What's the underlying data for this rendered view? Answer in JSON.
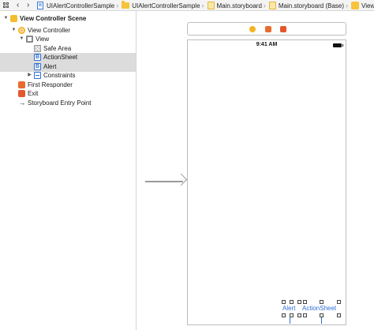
{
  "jumpbar": {
    "crumbs": [
      {
        "label": "UIAlertControllerSample",
        "icon": "project-doc-icon"
      },
      {
        "label": "UIAlertControllerSample",
        "icon": "folder-icon"
      },
      {
        "label": "Main.storyboard",
        "icon": "storyboard-icon"
      },
      {
        "label": "Main.storyboard (Base)",
        "icon": "storyboard-icon"
      },
      {
        "label": "View Cont",
        "icon": "scene-icon"
      }
    ]
  },
  "outline": {
    "scene": "View Controller Scene",
    "view_controller": "View Controller",
    "view": "View",
    "safe_area": "Safe Area",
    "action_sheet": "ActionSheet",
    "alert": "Alert",
    "constraints": "Constraints",
    "first_responder": "First Responder",
    "exit": "Exit",
    "entry_point": "Storyboard Entry Point",
    "button_glyph": "B"
  },
  "device": {
    "time": "9:41 AM"
  },
  "buttons": {
    "alert": "Alert",
    "action_sheet": "ActionSheet"
  },
  "colors": {
    "accent": "#2d6fd6",
    "selection": "#dcdcdc",
    "scene_icon": "#f5bd2e",
    "first_responder": "#ea6b2f",
    "exit": "#e4572e"
  }
}
